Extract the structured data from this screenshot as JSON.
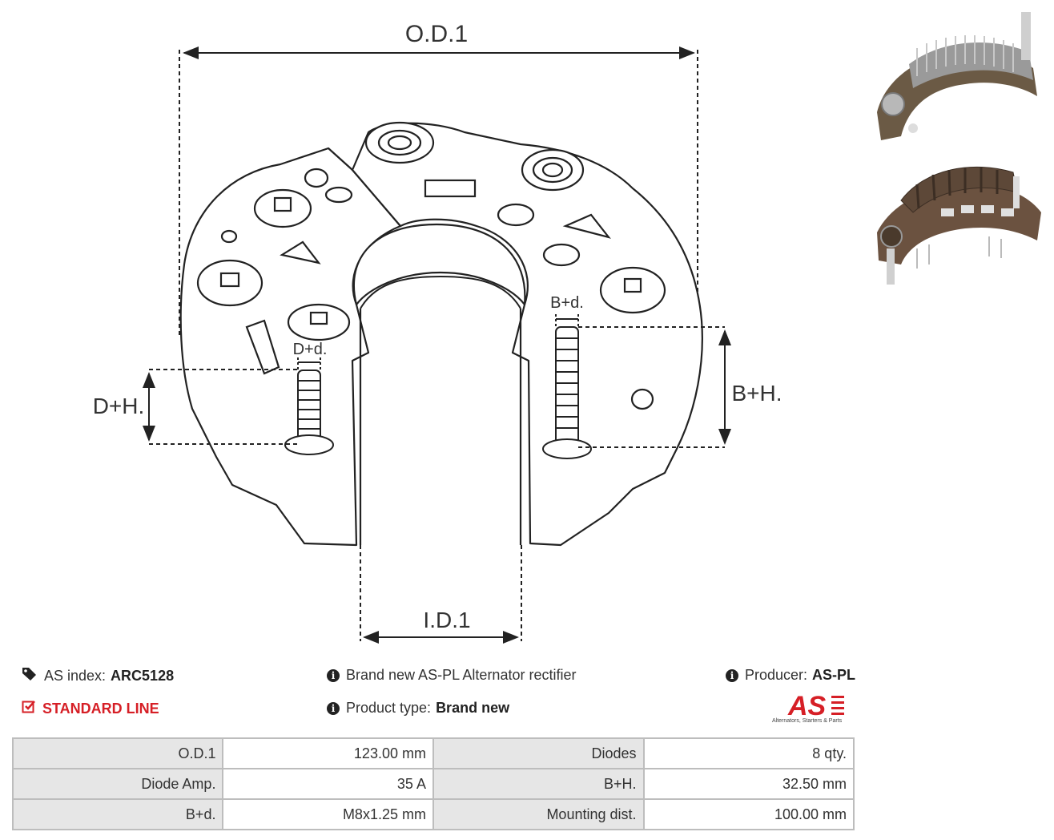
{
  "dimensions": {
    "od1": "O.D.1",
    "id1": "I.D.1",
    "dh": "D+H.",
    "dd": "D+d.",
    "bh": "B+H.",
    "bd": "B+d."
  },
  "info": {
    "as_index_label": "AS index:",
    "as_index_value": "ARC5128",
    "line": "STANDARD LINE",
    "description": "Brand new AS-PL Alternator rectifier",
    "product_type_label": "Product type:",
    "product_type_value": "Brand new",
    "producer_label": "Producer:",
    "producer_value": "AS-PL"
  },
  "logo": {
    "text": "AS",
    "tagline": "Alternators, Starters & Parts",
    "color": "#d61f26"
  },
  "specs": [
    {
      "label1": "O.D.1",
      "value1": "123.00 mm",
      "label2": "Diodes",
      "value2": "8 qty."
    },
    {
      "label1": "Diode Amp.",
      "value1": "35 A",
      "label2": "B+H.",
      "value2": "32.50 mm"
    },
    {
      "label1": "B+d.",
      "value1": "M8x1.25 mm",
      "label2": "Mounting dist.",
      "value2": "100.00 mm"
    }
  ],
  "icons": {
    "tags": "tags-icon",
    "check": "check-square-icon",
    "info": "info-circle-icon"
  }
}
